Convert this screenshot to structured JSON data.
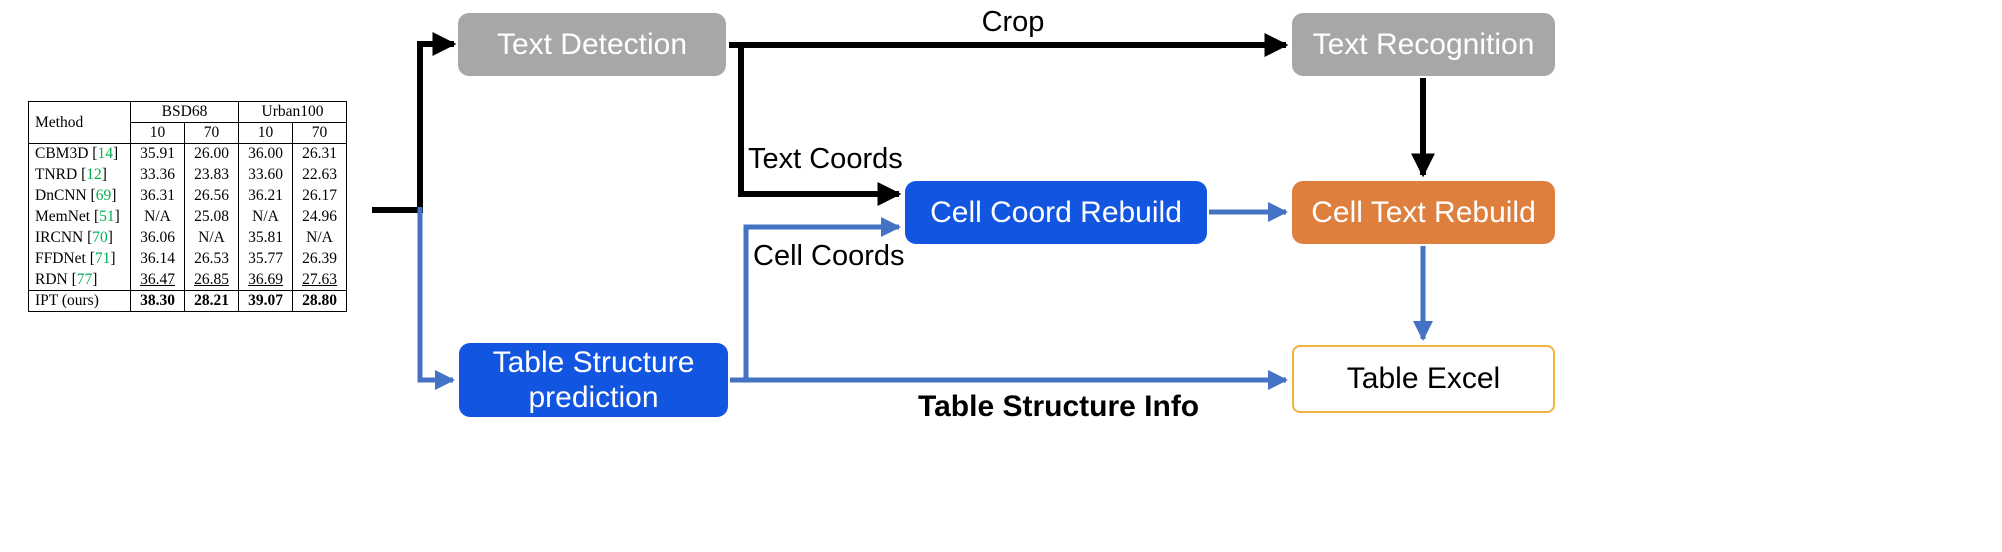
{
  "diagram": {
    "nodes": {
      "text_detection": {
        "label": "Text Detection"
      },
      "text_recognition": {
        "label": "Text Recognition"
      },
      "cell_coord_rebuild": {
        "label": "Cell Coord Rebuild"
      },
      "cell_text_rebuild": {
        "label": "Cell Text Rebuild"
      },
      "table_structure_prediction": {
        "label": "Table Structure prediction"
      },
      "table_excel": {
        "label": "Table Excel"
      }
    },
    "edge_labels": {
      "crop": "Crop",
      "text_coords": "Text Coords",
      "cell_coords": "Cell Coords",
      "table_structure_info": "Table Structure Info"
    },
    "colors": {
      "gray_box": "#a7a7a7",
      "blue_box": "#1155e0",
      "orange_box": "#df7f3e",
      "excel_border": "#f2b33c",
      "blue_arrow": "#4472c4",
      "black_arrow": "#000000",
      "cite_green": "#00b050"
    }
  },
  "input_table": {
    "header": {
      "method": "Method",
      "groups": [
        {
          "label": "BSD68",
          "subs": [
            "10",
            "70"
          ]
        },
        {
          "label": "Urban100",
          "subs": [
            "10",
            "70"
          ]
        }
      ]
    },
    "rows": [
      {
        "method": "CBM3D",
        "cite": "14",
        "values": [
          "35.91",
          "26.00",
          "36.00",
          "26.31"
        ],
        "style": "normal",
        "rule_top": false
      },
      {
        "method": "TNRD",
        "cite": "12",
        "values": [
          "33.36",
          "23.83",
          "33.60",
          "22.63"
        ],
        "style": "normal",
        "rule_top": false
      },
      {
        "method": "DnCNN",
        "cite": "69",
        "values": [
          "36.31",
          "26.56",
          "36.21",
          "26.17"
        ],
        "style": "normal",
        "rule_top": false
      },
      {
        "method": "MemNet",
        "cite": "51",
        "values": [
          "N/A",
          "25.08",
          "N/A",
          "24.96"
        ],
        "style": "normal",
        "rule_top": false
      },
      {
        "method": "IRCNN",
        "cite": "70",
        "values": [
          "36.06",
          "N/A",
          "35.81",
          "N/A"
        ],
        "style": "normal",
        "rule_top": false
      },
      {
        "method": "FFDNet",
        "cite": "71",
        "values": [
          "36.14",
          "26.53",
          "35.77",
          "26.39"
        ],
        "style": "normal",
        "rule_top": false
      },
      {
        "method": "RDN",
        "cite": "77",
        "values": [
          "36.47",
          "26.85",
          "36.69",
          "27.63"
        ],
        "style": "underline",
        "rule_top": false
      },
      {
        "method": "IPT (ours)",
        "cite": null,
        "values": [
          "38.30",
          "28.21",
          "39.07",
          "28.80"
        ],
        "style": "bold",
        "rule_top": true
      }
    ]
  }
}
